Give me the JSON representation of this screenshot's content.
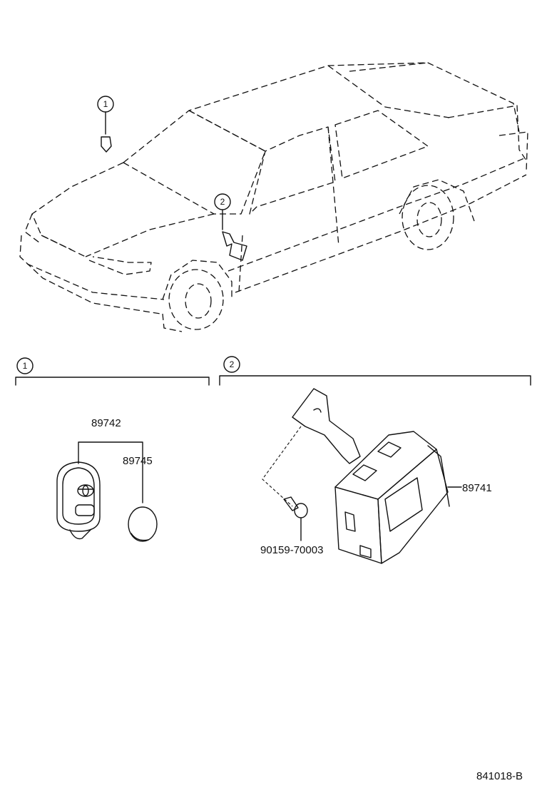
{
  "callouts": {
    "remote_location": "1",
    "receiver_location": "2",
    "section_1": "1",
    "section_2": "2"
  },
  "parts": {
    "transmitter_assy": "89742",
    "battery": "89745",
    "door_control_receiver": "89741",
    "bolt": "90159-70003"
  },
  "drawing_code": "841018-B"
}
